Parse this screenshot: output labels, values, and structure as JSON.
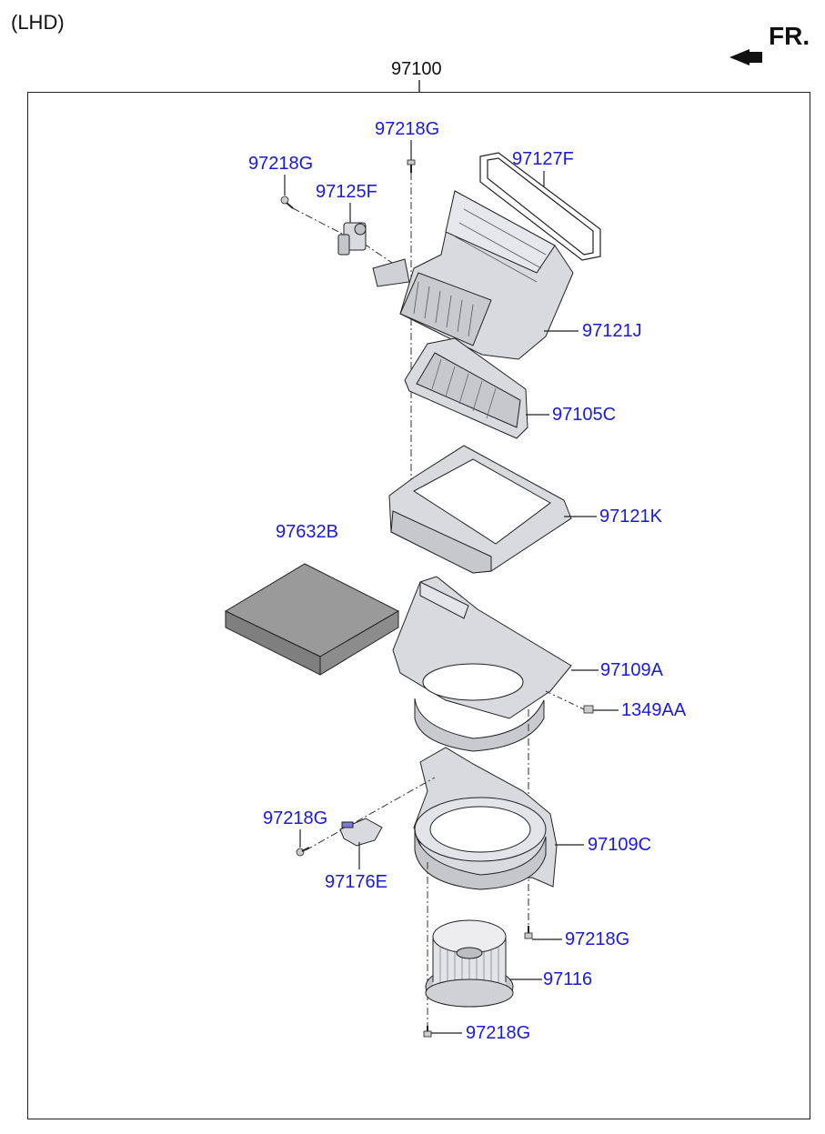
{
  "header": {
    "variant": "(LHD)",
    "direction": "FR."
  },
  "assembly": "97100",
  "colors": {
    "part_label": "#1a1adb",
    "line": "#222222",
    "part_fill": "#d8dadd",
    "filter_fill": "#8f8f8f"
  },
  "parts": {
    "p97218G_a": "97218G",
    "p97218G_b": "97218G",
    "p97127F": "97127F",
    "p97125F": "97125F",
    "p97121J": "97121J",
    "p97105C": "97105C",
    "p97121K": "97121K",
    "p97632B": "97632B",
    "p97109A": "97109A",
    "p1349AA": "1349AA",
    "p97218G_c": "97218G",
    "p97109C": "97109C",
    "p97176E": "97176E",
    "p97218G_d": "97218G",
    "p97116": "97116",
    "p97218G_e": "97218G"
  }
}
